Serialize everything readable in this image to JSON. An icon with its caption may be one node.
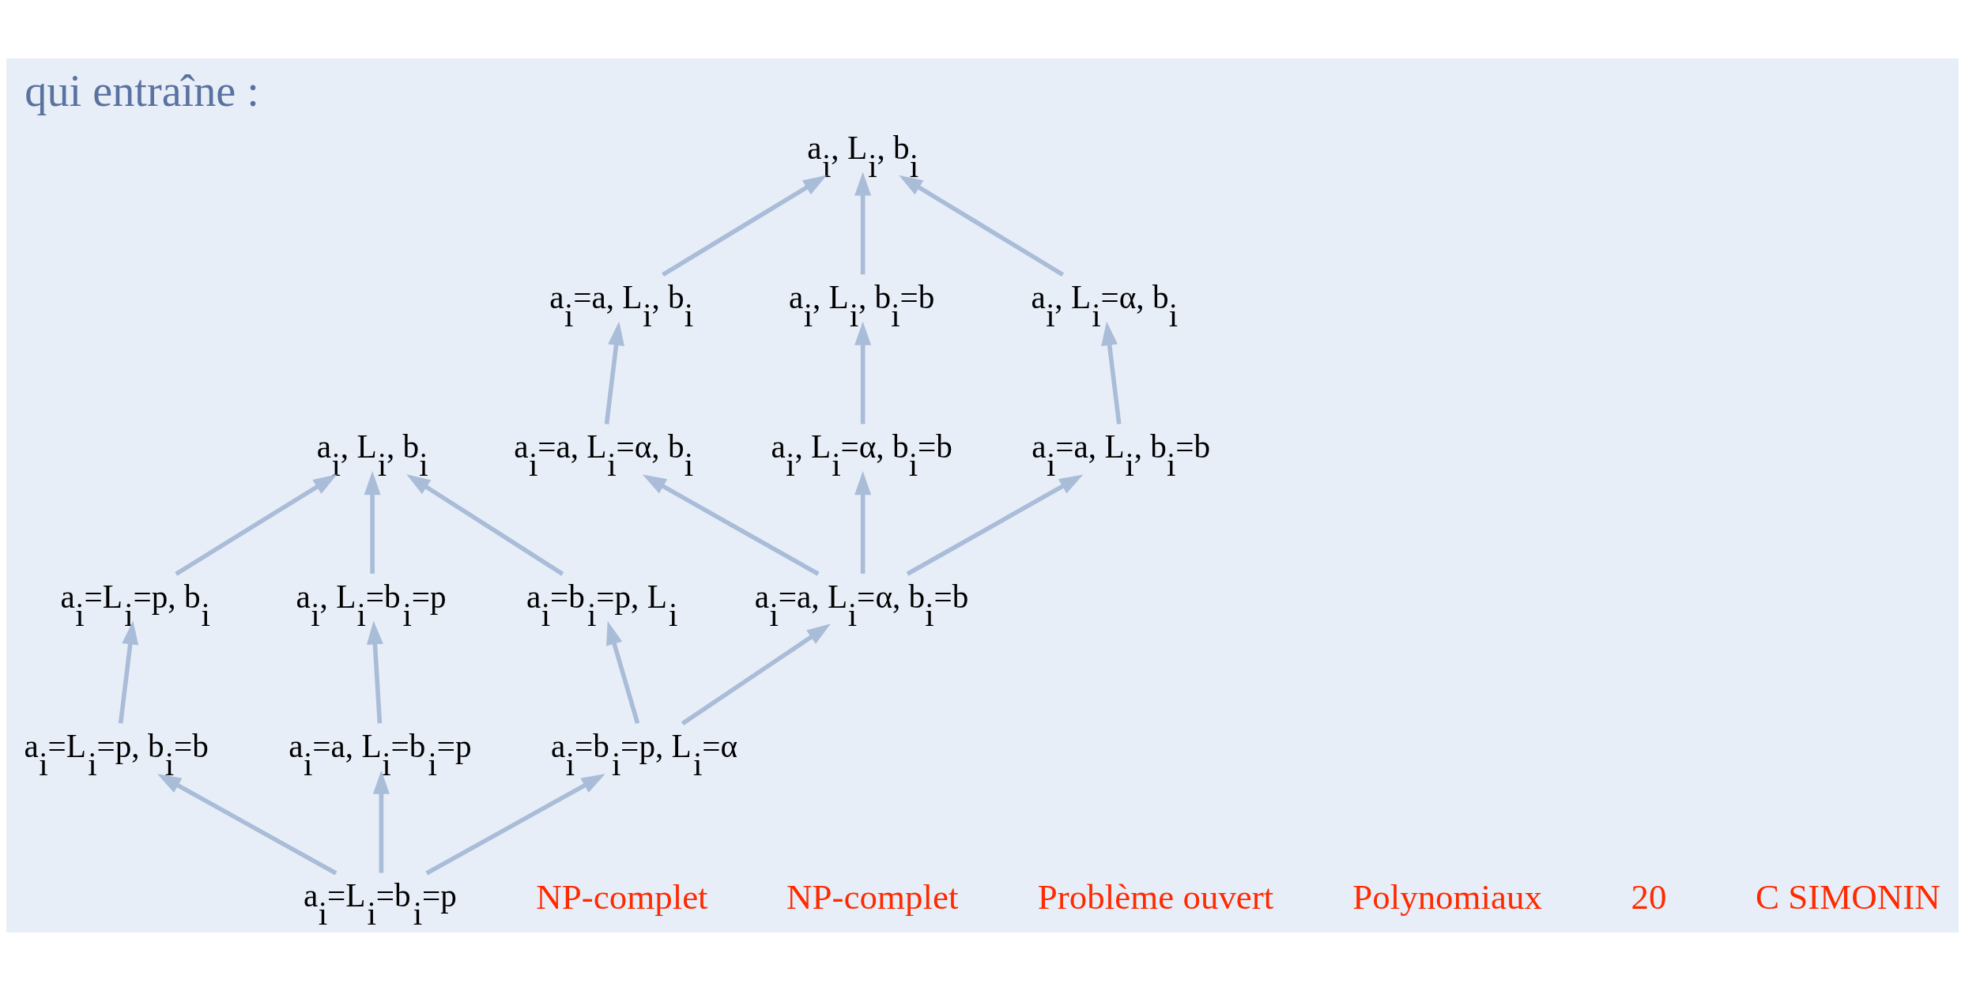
{
  "diagram": {
    "title": "qui entraîne :",
    "nodes": [
      {
        "text": [
          "a$_{i}$, L$_{i}$, b$_{i}$"
        ]
      },
      {
        "text": [
          "a$_{i}$=L$_{i}$=p, b$_{i}$"
        ]
      },
      {
        "text": [
          "a$_{i}$, L$_{i}$=b$_{i}$=p"
        ]
      },
      {
        "text": [
          "a$_{i}$=b$_{i}$=p, L$_{i}$"
        ]
      },
      {
        "text": [
          "a$_{i}$=L$_{i}$=p, b$_{i}$=b"
        ]
      },
      {
        "text": [
          "a$_{i}$=a, L$_{i}$=b$_{i}$=p"
        ]
      },
      {
        "text": [
          "a$_{i}$=b$_{i}$=p, L$_{i}$=α"
        ]
      },
      {
        "text": [
          "a$_{i}$=L$_{i}$=b$_{i}$=p"
        ]
      },
      {
        "text": [
          "a$_{i}$, L$_{i}$, b$_{i}$"
        ]
      },
      {
        "text": [
          "a$_{i}$=a, L$_{i}$, b$_{i}$"
        ]
      },
      {
        "text": [
          "a$_{i}$, L$_{i}$, b$_{i}$=b"
        ]
      },
      {
        "text": [
          "a$_{i}$, L$_{i}$=α, b$_{i}$"
        ]
      },
      {
        "text": [
          "a$_{i}$=a, L$_{i}$=α, b$_{i}$"
        ]
      },
      {
        "text": [
          "a$_{i}$, L$_{i}$=α, b$_{i}$=b"
        ]
      },
      {
        "text": [
          "a$_{i}$=a, L$_{i}$, b$_{i}$=b"
        ]
      },
      {
        "text": [
          "a$_{i}$=a, L$_{i}$=α, b$_{i}$=b"
        ]
      }
    ],
    "edges": [
      {
        "from": 7,
        "to": 4,
        "arrow": "to"
      },
      {
        "from": 7,
        "to": 5,
        "arrow": "to"
      },
      {
        "from": 7,
        "to": 6,
        "arrow": "to"
      },
      {
        "from": 4,
        "to": 1,
        "arrow": "to"
      },
      {
        "from": 5,
        "to": 2,
        "arrow": "to"
      },
      {
        "from": 6,
        "to": 3,
        "arrow": "to"
      },
      {
        "from": 1,
        "to": 0,
        "arrow": "to"
      },
      {
        "from": 2,
        "to": 0,
        "arrow": "to"
      },
      {
        "from": 3,
        "to": 0,
        "arrow": "to"
      },
      {
        "from": 6,
        "to": 15,
        "arrow": "to"
      },
      {
        "from": 15,
        "to": 12,
        "arrow": "to"
      },
      {
        "from": 15,
        "to": 13,
        "arrow": "to"
      },
      {
        "from": 15,
        "to": 14,
        "arrow": "to"
      },
      {
        "from": 12,
        "to": 9,
        "arrow": "to"
      },
      {
        "from": 13,
        "to": 10,
        "arrow": "to"
      },
      {
        "from": 14,
        "to": 11,
        "arrow": "to"
      },
      {
        "from": 9,
        "to": 8,
        "arrow": "to"
      },
      {
        "from": 10,
        "to": 8,
        "arrow": "to"
      },
      {
        "from": 11,
        "to": 8,
        "arrow": "to"
      }
    ],
    "labels": [
      "NP-complet",
      "NP-complet",
      "Problème ouvert",
      "Polynomiaux",
      "20",
      "C SIMONIN"
    ]
  }
}
